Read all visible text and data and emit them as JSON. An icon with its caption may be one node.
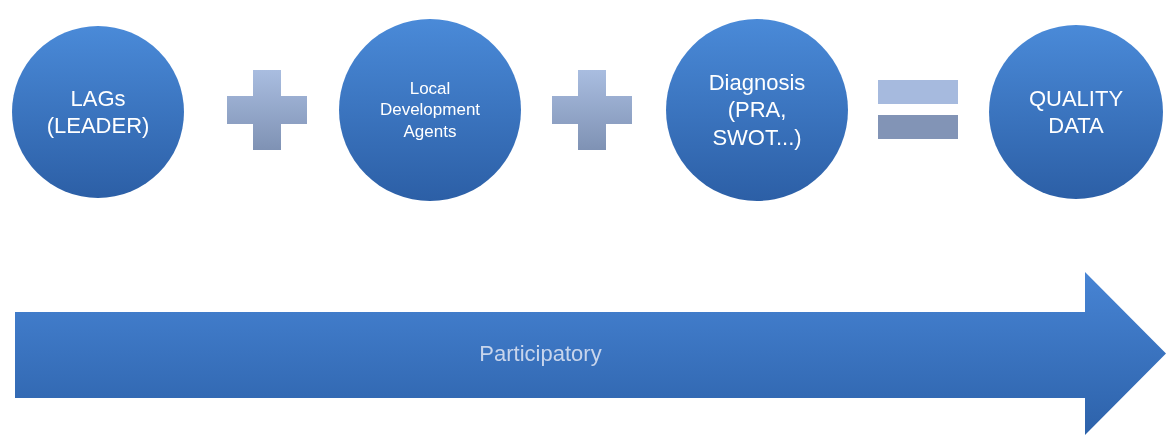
{
  "diagram": {
    "nodes": [
      {
        "text": [
          "LAGs (LEADER)"
        ]
      },
      {
        "text": [
          "Local Development Agents"
        ]
      },
      {
        "text": [
          "Diagnosis (PRA, SWOT...)"
        ]
      },
      {
        "text": [
          "QUALITY DATA"
        ]
      },
      {
        "text": [
          "Participatory"
        ]
      }
    ]
  }
}
